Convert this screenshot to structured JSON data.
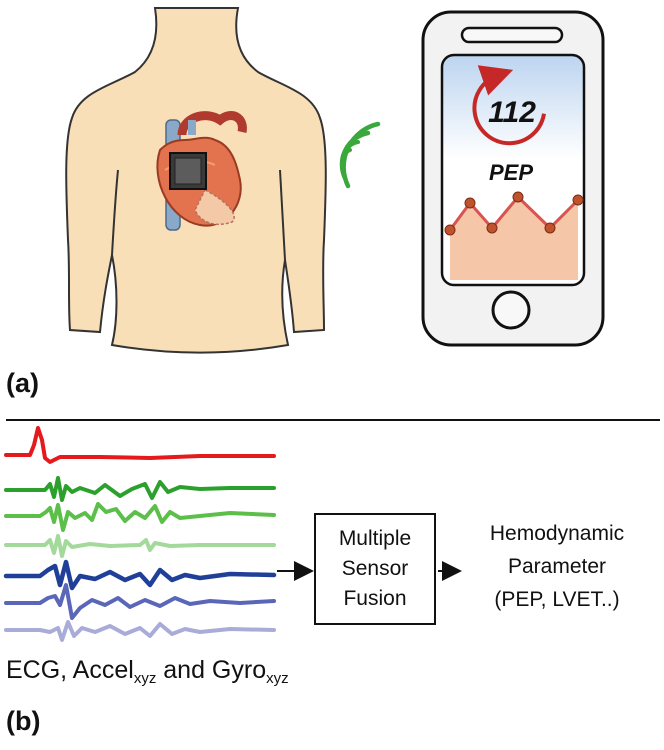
{
  "panel_a": {
    "label": "(a)",
    "phone": {
      "value": "112",
      "metric": "PEP"
    }
  },
  "panel_b": {
    "label": "(b)",
    "signals_caption": {
      "part1": "ECG, Accel",
      "sub1": "xyz",
      "part2": " and Gyro",
      "sub2": "xyz"
    },
    "fusion_box": {
      "line1": "Multiple",
      "line2": "Sensor",
      "line3": "Fusion"
    },
    "output": {
      "line1": "Hemodynamic",
      "line2": "Parameter",
      "line3": "(PEP, LVET..)"
    },
    "traces": [
      {
        "color": "#e41a1c"
      },
      {
        "color": "#2ca02c"
      },
      {
        "color": "#5cbf4a"
      },
      {
        "color": "#a3d99a"
      },
      {
        "color": "#1f3f99"
      },
      {
        "color": "#5a66b8"
      },
      {
        "color": "#a9acd8"
      }
    ]
  },
  "colors": {
    "skin": "#f9dfb8",
    "signal_waves": "#3aa83a",
    "phone_body": "#f2f2f2",
    "screen_top": "#c7dcf4",
    "chart_fill": "#f6c6a8",
    "chart_line": "#d9534f",
    "chart_point": "#c0522d"
  }
}
